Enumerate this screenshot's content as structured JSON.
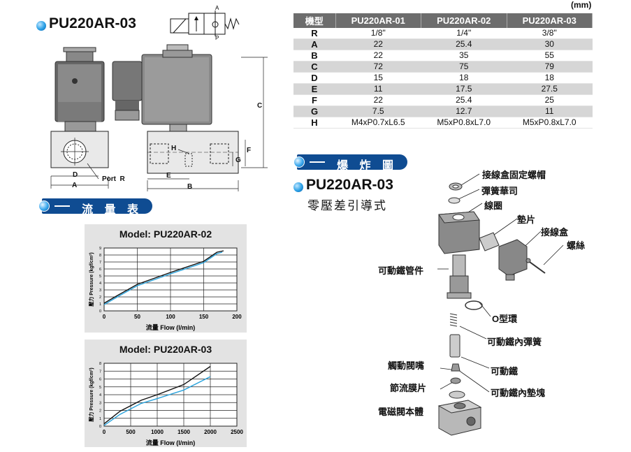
{
  "header": {
    "model_title": "PU220AR-03",
    "unit": "(mm)",
    "symbol_port_a": "A",
    "symbol_port_p": "P"
  },
  "drawing": {
    "dims": {
      "A": "A",
      "B": "B",
      "C": "C",
      "D": "D",
      "E": "E",
      "F": "F",
      "G": "G",
      "H": "H"
    },
    "port_label": "Port  R"
  },
  "sections": {
    "flow_table": "流 量 表",
    "exploded": "爆 炸 圖"
  },
  "exploded_title": "PU220AR-03",
  "exploded_subtitle": "零壓差引導式",
  "spec_table": {
    "headers": [
      "機型",
      "PU220AR-01",
      "PU220AR-02",
      "PU220AR-03"
    ],
    "rows": [
      [
        "R",
        "1/8\"",
        "1/4\"",
        "3/8\""
      ],
      [
        "A",
        "22",
        "25.4",
        "30"
      ],
      [
        "B",
        "22",
        "35",
        "55"
      ],
      [
        "C",
        "72",
        "75",
        "79"
      ],
      [
        "D",
        "15",
        "18",
        "18"
      ],
      [
        "E",
        "11",
        "17.5",
        "27.5"
      ],
      [
        "F",
        "22",
        "25.4",
        "25"
      ],
      [
        "G",
        "7.5",
        "12.7",
        "11"
      ],
      [
        "H",
        "M4xP0.7xL6.5",
        "M5xP0.8xL7.0",
        "M5xP0.8xL7.0"
      ]
    ]
  },
  "parts": {
    "nut": "接線盒固定螺帽",
    "washer": "彈簧華司",
    "coil": "線圈",
    "gasket": "墊片",
    "junction_box": "接線盒",
    "screw": "螺絲",
    "tube": "可動鐵管件",
    "oring": "O型環",
    "spring": "可動鐵內彈簧",
    "core": "可動鐵",
    "nozzle": "觸動閥嘴",
    "membrane": "節流膜片",
    "pad": "可動鐵內墊塊",
    "body": "電磁閥本體"
  },
  "colors": {
    "section_bar": "#0f4c92",
    "series_black": "#111111",
    "series_blue": "#2aa3dc",
    "table_header": "#6d6d6d",
    "table_alt": "#d6d6d6",
    "chart_bg": "#e3e3e3"
  },
  "chart_data": [
    {
      "type": "line",
      "title": "Model: PU220AR-02",
      "xlabel": "流量 Flow (l/min)",
      "ylabel": "壓力 Pressure (kgf/cm²)",
      "xlim": [
        0,
        200
      ],
      "ylim": [
        0,
        9
      ],
      "xticks": [
        "0",
        "50",
        "100",
        "150",
        "200"
      ],
      "yticks": [
        "0",
        "1",
        "2",
        "3",
        "4",
        "5",
        "6",
        "7",
        "8",
        "9"
      ],
      "grid": true,
      "series": [
        {
          "color": "#111111",
          "x": [
            0,
            20,
            50,
            100,
            150,
            170,
            180
          ],
          "y": [
            1.1,
            2.2,
            3.8,
            5.5,
            7.1,
            8.4,
            8.6
          ]
        },
        {
          "color": "#2aa3dc",
          "x": [
            0,
            20,
            50,
            100,
            150,
            170,
            178
          ],
          "y": [
            0.9,
            2.0,
            3.6,
            5.3,
            6.9,
            8.2,
            8.4
          ]
        }
      ]
    },
    {
      "type": "line",
      "title": "Model: PU220AR-03",
      "xlabel": "流量 Flow (l/min)",
      "ylabel": "壓力 Pressure (kgf/cm²)",
      "xlim": [
        0,
        2500
      ],
      "ylim": [
        0,
        8
      ],
      "xticks": [
        "0",
        "500",
        "1000",
        "1500",
        "2000",
        "2500"
      ],
      "yticks": [
        "0",
        "1",
        "2",
        "3",
        "4",
        "5",
        "6",
        "7",
        "8"
      ],
      "grid": true,
      "series": [
        {
          "color": "#111111",
          "x": [
            0,
            300,
            700,
            1000,
            1500,
            2000
          ],
          "y": [
            0.3,
            1.9,
            3.3,
            4.0,
            5.3,
            7.6
          ]
        },
        {
          "color": "#2aa3dc",
          "x": [
            0,
            300,
            700,
            1000,
            1500,
            2000
          ],
          "y": [
            0.1,
            1.5,
            2.9,
            3.5,
            4.6,
            6.3
          ]
        }
      ]
    }
  ]
}
